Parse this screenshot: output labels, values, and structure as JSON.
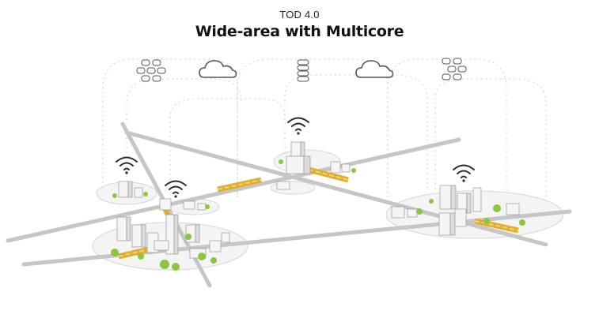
{
  "header": {
    "subtitle": "TOD 4.0",
    "title": "Wide-area with Multicore"
  },
  "colors": {
    "road": "#c7c8c7",
    "rail": "#e2b234",
    "tree": "#8cc63f",
    "building": "#f3f3f3",
    "ground": "#f2f2f2",
    "dotted": "#c9c9c9",
    "icon": "#333333"
  },
  "icons": {
    "top": [
      "server-stack-icon",
      "cloud-icon",
      "server-stack-icon",
      "cloud-icon",
      "server-stack-icon"
    ],
    "hubs": [
      "wifi-icon",
      "wifi-icon",
      "wifi-icon",
      "wifi-icon"
    ]
  },
  "nodes": [
    {
      "name": "west-core-district"
    },
    {
      "name": "small-west-hub"
    },
    {
      "name": "central-north-hub"
    },
    {
      "name": "east-core-district"
    },
    {
      "name": "transit-junction"
    }
  ]
}
